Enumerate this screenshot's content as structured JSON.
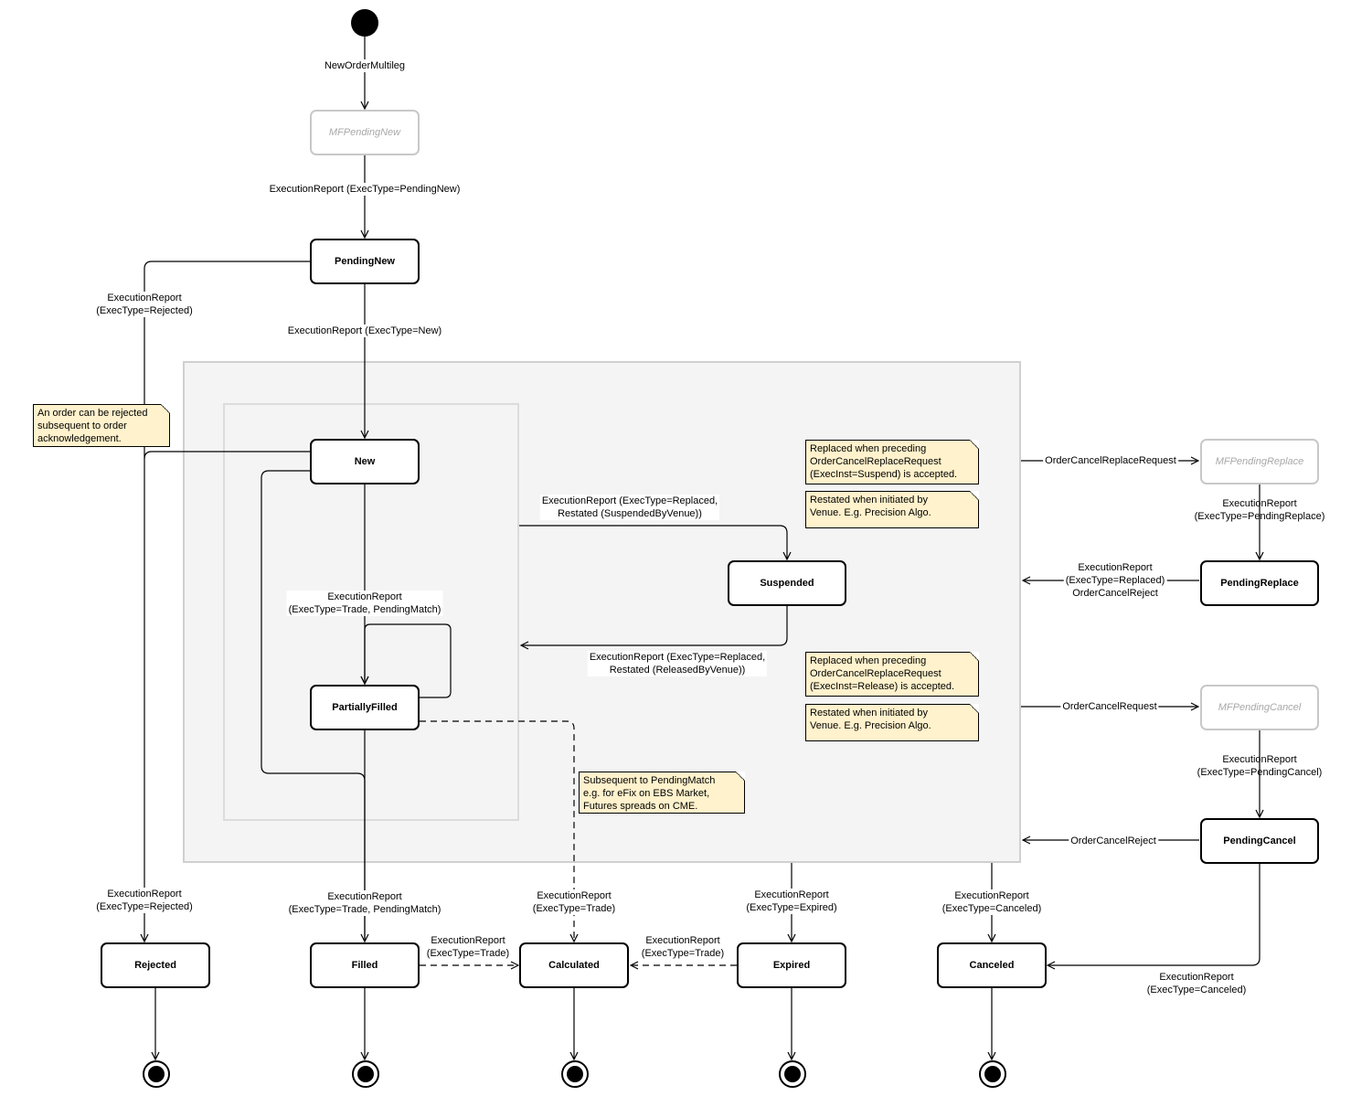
{
  "states": {
    "mf_pending_new": "MFPendingNew",
    "pending_new": "PendingNew",
    "new": "New",
    "partially_filled": "PartiallyFilled",
    "suspended": "Suspended",
    "mf_pending_replace": "MFPendingReplace",
    "pending_replace": "PendingReplace",
    "mf_pending_cancel": "MFPendingCancel",
    "pending_cancel": "PendingCancel",
    "rejected": "Rejected",
    "filled": "Filled",
    "calculated": "Calculated",
    "expired": "Expired",
    "canceled": "Canceled"
  },
  "transitions": {
    "new_order_multileg": "NewOrderMultileg",
    "er_pending_new": "ExecutionReport (ExecType=PendingNew)",
    "er_rejected_top": [
      "ExecutionReport",
      "(ExecType=Rejected)"
    ],
    "er_new": "ExecutionReport (ExecType=New)",
    "er_trade_pending_match": [
      "ExecutionReport",
      "(ExecType=Trade, PendingMatch)"
    ],
    "er_suspended": [
      "ExecutionReport (ExecType=Replaced,",
      "Restated (SuspendedByVenue))"
    ],
    "er_released": [
      "ExecutionReport (ExecType=Replaced,",
      "Restated (ReleasedByVenue))"
    ],
    "ocr_request": "OrderCancelReplaceRequest",
    "er_pending_replace": [
      "ExecutionReport",
      "(ExecType=PendingReplace)"
    ],
    "er_replaced_reject": [
      "ExecutionReport",
      "(ExecType=Replaced)",
      "OrderCancelReject"
    ],
    "oc_request": "OrderCancelRequest",
    "er_pending_cancel": [
      "ExecutionReport",
      "(ExecType=PendingCancel)"
    ],
    "oc_reject": "OrderCancelReject",
    "er_rejected_bottom": [
      "ExecutionReport",
      "(ExecType=Rejected)"
    ],
    "er_filled": [
      "ExecutionReport",
      "(ExecType=Trade, PendingMatch)"
    ],
    "er_calculated": [
      "ExecutionReport",
      "(ExecType=Trade)"
    ],
    "er_filled_to_calc": [
      "ExecutionReport",
      "(ExecType=Trade)"
    ],
    "er_expired_to_calc": [
      "ExecutionReport",
      "(ExecType=Trade)"
    ],
    "er_expired": [
      "ExecutionReport",
      "(ExecType=Expired)"
    ],
    "er_canceled": [
      "ExecutionReport",
      "(ExecType=Canceled)"
    ],
    "er_canceled_right": [
      "ExecutionReport",
      "(ExecType=Canceled)"
    ]
  },
  "notes": {
    "rejected_after_ack": "An order can be rejected\nsubsequent to order\nacknowledgement.",
    "suspend_replaced": "Replaced when preceding\nOrderCancelReplaceRequest\n(ExecInst=Suspend) is accepted.",
    "suspend_restated": "Restated when initiated by\nVenue. E.g. Precision Algo.",
    "release_replaced": "Replaced when preceding\nOrderCancelReplaceRequest\n(ExecInst=Release) is accepted.",
    "release_restated": "Restated when initiated by\nVenue. E.g. Precision Algo.",
    "pending_match": "Subsequent to PendingMatch\ne.g. for eFix on EBS Market,\nFutures spreads on CME."
  },
  "colors": {
    "note_fill": "#fff2cc",
    "composite_fill": "#f4f4f4",
    "ghost_border": "#c8c8c8"
  }
}
